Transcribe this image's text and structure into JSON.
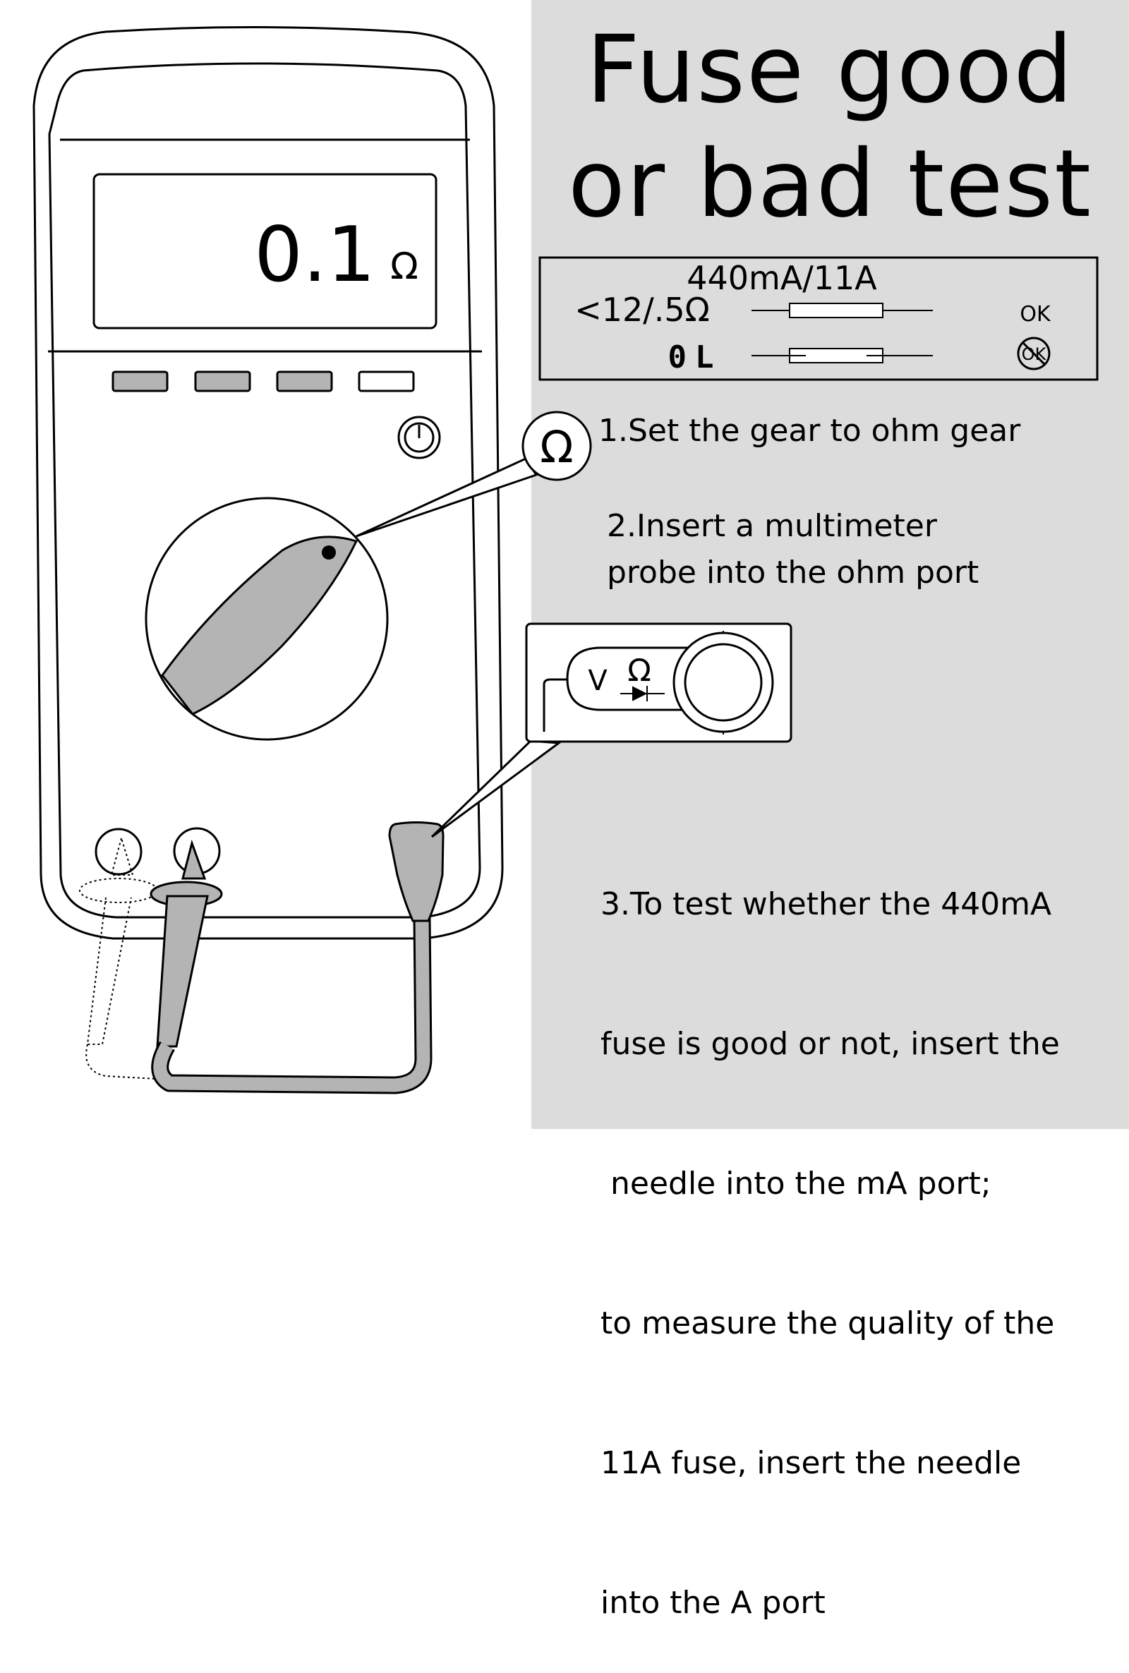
{
  "title": {
    "line1": "Fuse good",
    "line2": "or bad test"
  },
  "meter": {
    "reading": "0.1",
    "unit": "Ω",
    "dial_symbol": "Ω"
  },
  "legend": {
    "rating": "440mA/11A",
    "good_reading": "<12/.5Ω",
    "bad_reading": "0L",
    "good_label": "OK",
    "bad_label": "OK"
  },
  "port_callout": {
    "v_label": "V",
    "ohm_label": "Ω"
  },
  "steps": {
    "step1": "1.Set the gear to ohm gear",
    "step2_line1": "2.Insert a multimeter",
    "step2_line2": "probe into the ohm port",
    "step3_lines": [
      "3.To test whether the 440mA",
      "fuse is good or not, insert the",
      " needle into the mA port;",
      "to measure the quality of the",
      "11A fuse, insert the needle",
      "into the A port"
    ]
  },
  "colors": {
    "panel_background": "#dcdcdc",
    "probe_gray": "#b4b4b4",
    "line": "#000000"
  }
}
